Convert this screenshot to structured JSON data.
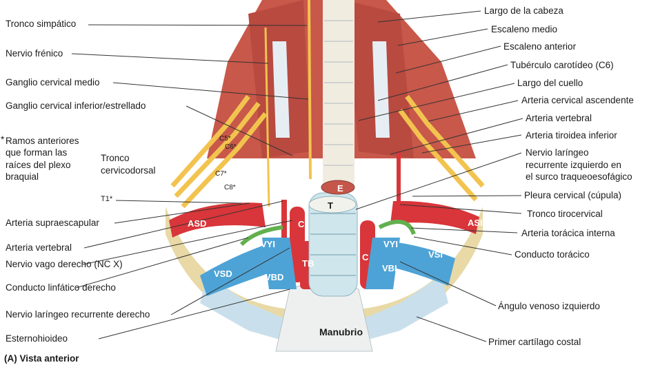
{
  "labels_left": {
    "tronco_simpatico": "Tronco simpático",
    "nervio_frenico": "Nervio frénico",
    "ganglio_medio": "Ganglio cervical medio",
    "ganglio_inferior": "Ganglio cervical inferior/estrellado",
    "ramos_star": "*",
    "ramos_line1": "Ramos anteriores",
    "ramos_line2": "que forman las",
    "ramos_line3": "raíces del plexo",
    "ramos_line4": "braquial",
    "tronco_cervicodorsal_1": "Tronco",
    "tronco_cervicodorsal_2": "cervicodorsal",
    "t1": "T1*",
    "arteria_supraescapular": "Arteria supraescapular",
    "arteria_vertebral": "Arteria vertebral",
    "nervio_vago": "Nervio vago derecho (NC X)",
    "conducto_linfatico": "Conducto linfático derecho",
    "nervio_laringeo_derecho": "Nervio laríngeo recurrente derecho",
    "esternohioideo": "Esternohioideo"
  },
  "labels_right": {
    "largo_cabeza": "Largo de la cabeza",
    "escaleno_medio": "Escaleno medio",
    "escaleno_anterior": "Escaleno anterior",
    "tuberculo": "Tubérculo carotídeo (C6)",
    "largo_cuello": "Largo del cuello",
    "arteria_cervical_asc": "Arteria cervical ascendente",
    "arteria_vertebral_r": "Arteria vertebral",
    "arteria_tiroidea": "Arteria tiroidea inferior",
    "nervio_laringeo_izq_1": "Nervio laríngeo",
    "nervio_laringeo_izq_2": "recurrente izquierdo en",
    "nervio_laringeo_izq_3": "el surco traqueoesofágico",
    "pleura": "Pleura cervical (cúpula)",
    "tronco_tirocervical": "Tronco tirocervical",
    "arteria_toracica": "Arteria torácica interna",
    "conducto_toracico": "Conducto torácico",
    "angulo_venoso": "Ángulo venoso izquierdo",
    "primer_cartilago": "Primer cartílago costal"
  },
  "tags": {
    "asd": "ASD",
    "asi": "ASI",
    "vyi_l": "VYI",
    "vyi_r": "VYI",
    "vsd": "VSD",
    "vsi": "VSI",
    "vbd": "VBD",
    "vbi": "VBI",
    "tb": "TB",
    "c_l": "C",
    "c_r": "C",
    "e": "E",
    "t": "T",
    "manubrio": "Manubrio",
    "c5": "C5*",
    "c6": "C6*",
    "c7": "C7*",
    "c8": "C8*"
  },
  "caption": "(A) Vista anterior",
  "colors": {
    "muscle": "#c8584a",
    "muscle_light": "#e09a86",
    "nerve": "#f2c34e",
    "artery": "#d8363a",
    "vein": "#4ea3d6",
    "bone": "#e8d9a6",
    "cartilage": "#c9e0ec",
    "lymph": "#62b04e",
    "line": "#333333"
  }
}
